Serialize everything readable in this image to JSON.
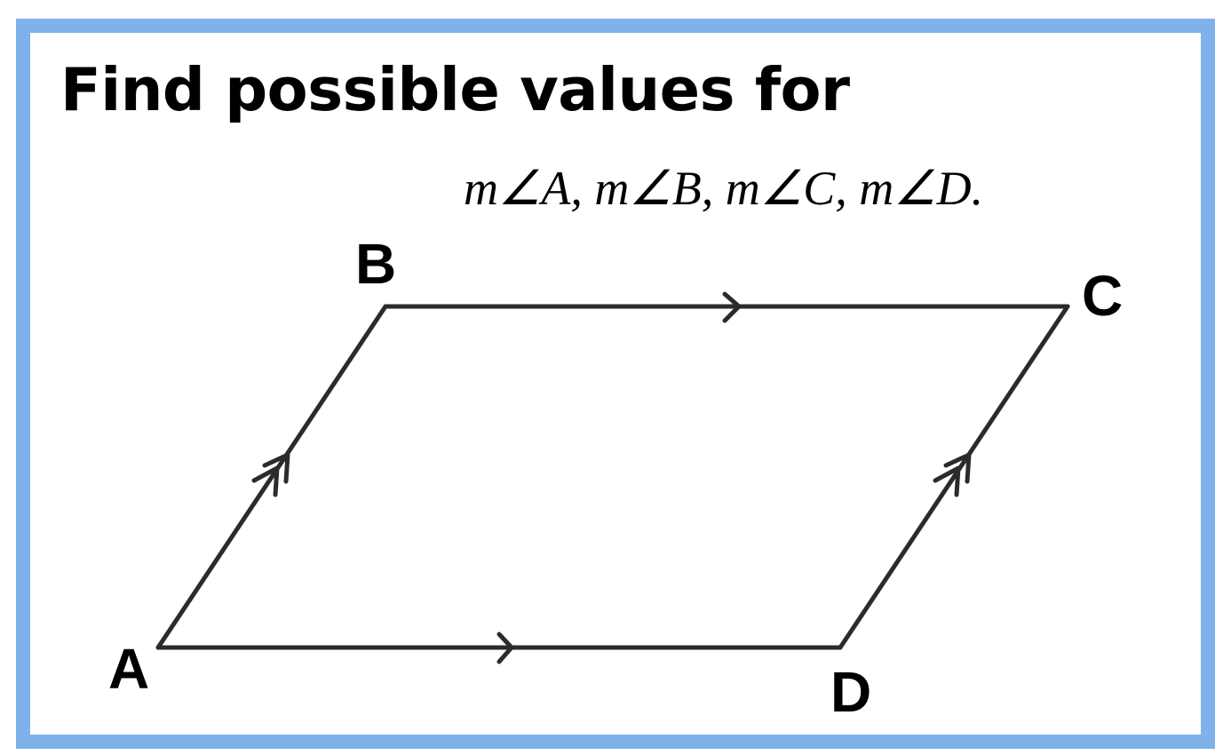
{
  "heading": "Find possible values for",
  "angle_expression": "m∠A, m∠B, m∠C, m∠D.",
  "vertices": {
    "A": "A",
    "B": "B",
    "C": "C",
    "D": "D"
  },
  "parallel_marks": {
    "BC": 1,
    "AD": 1,
    "AB": 2,
    "DC": 2
  },
  "colors": {
    "frame": "#7fb2ea",
    "stroke": "#2b2b2b",
    "text": "#000000"
  }
}
